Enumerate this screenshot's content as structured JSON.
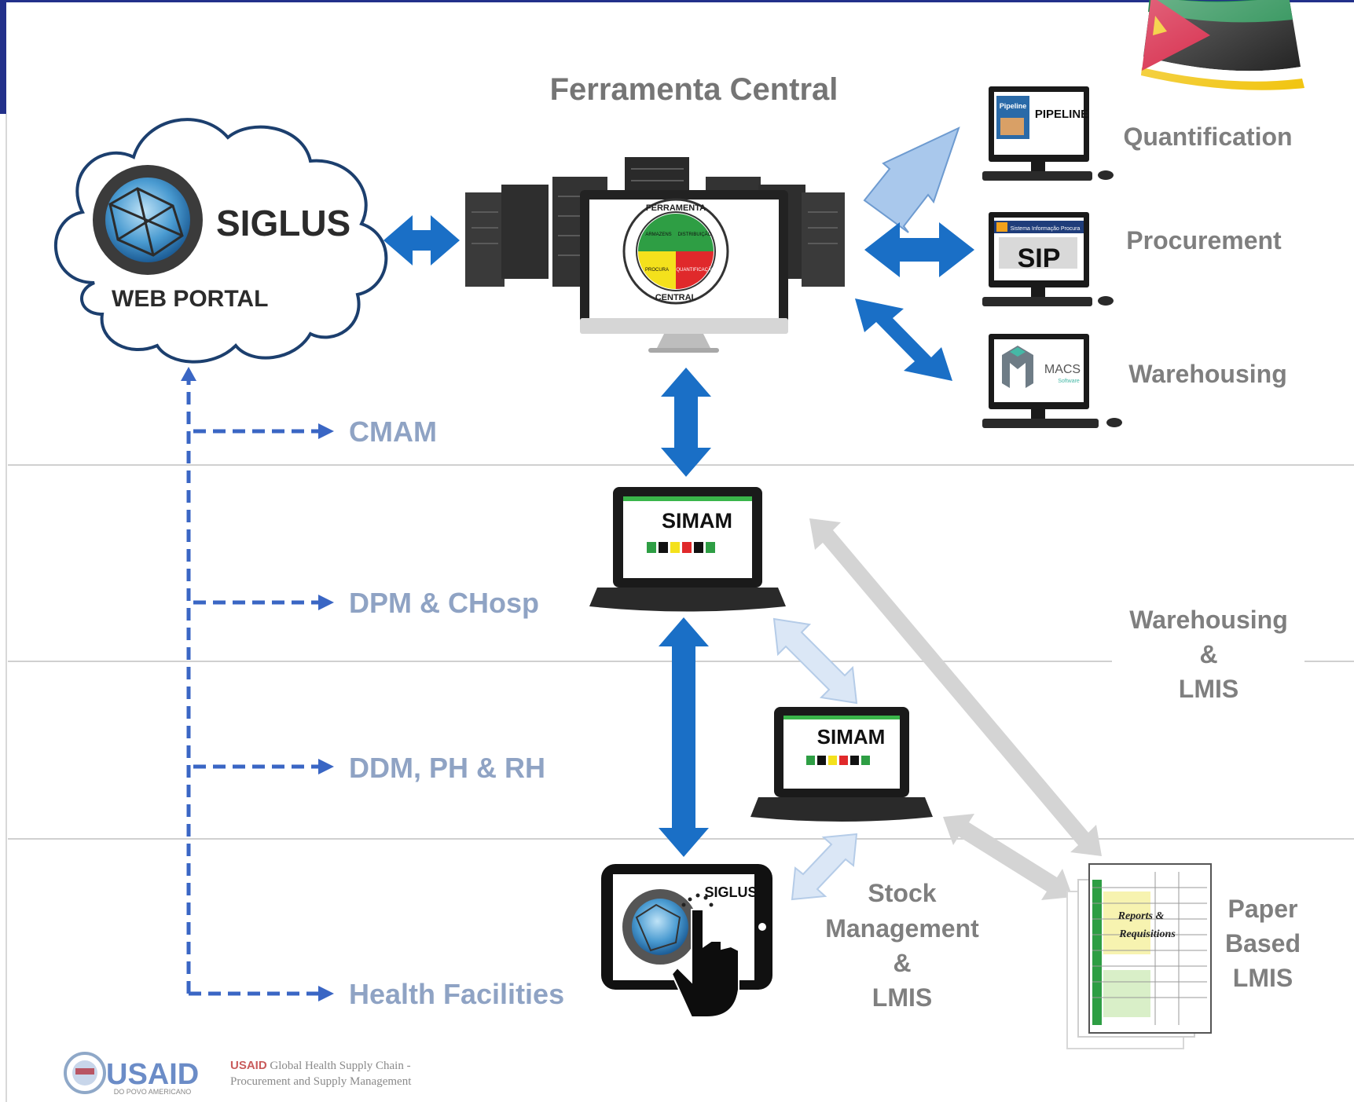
{
  "header": {
    "title": "Ferramenta Central",
    "flag_icon": "mozambique-flag"
  },
  "siglus_portal": {
    "name": "SIGLUS",
    "subtitle": "WEB PORTAL",
    "icon": "globe-icon"
  },
  "central_emblem": {
    "top_text": "FERRAMENTA",
    "bottom_text": "CENTRAL",
    "pieces": [
      "ARMAZENS",
      "DISTRIBUIÇÃO",
      "PROCURA",
      "QUANTIFICAÇÃO"
    ]
  },
  "external_systems": [
    {
      "label": "Quantification",
      "screen_text": "PIPELINE",
      "screen_subtext": "Pipeline"
    },
    {
      "label": "Procurement",
      "screen_text": "SIP",
      "screen_subtext": "Sistema Informação Procura"
    },
    {
      "label": "Warehousing",
      "screen_text": "MACS",
      "screen_subtext": "Software"
    }
  ],
  "levels": [
    "CMAM",
    "DPM & CHosp",
    "DDM, PH & RH",
    "Health Facilities"
  ],
  "devices": {
    "laptop_1": "SIMAM",
    "laptop_2": "SIMAM",
    "tablet": "SIGLUS"
  },
  "side_labels": {
    "warehousing_lmis": [
      "Warehousing",
      "&",
      "LMIS"
    ],
    "stock_management": [
      "Stock",
      "Management",
      "&",
      "LMIS"
    ],
    "paper_based": [
      "Paper",
      "Based",
      "LMIS"
    ],
    "paper_doc_title": [
      "Reports &",
      "Requisitions"
    ]
  },
  "footer": {
    "usaid_logo": "USAID",
    "usaid_tagline": "DO POVO AMERICANO",
    "program_bold": "USAID",
    "program_line1": " Global Health Supply Chain -",
    "program_line2": "Procurement and Supply Management"
  },
  "colors": {
    "arrow_blue": "#1a6fc6",
    "arrow_light_blue": "#a9c8ec",
    "arrow_grey": "#d4d4d4",
    "dashed_blue": "#3a66c4",
    "level_text": "#8fa3c4",
    "label_grey": "#7f7f7f",
    "title_grey": "#757575",
    "frame_blue": "#22308a"
  }
}
